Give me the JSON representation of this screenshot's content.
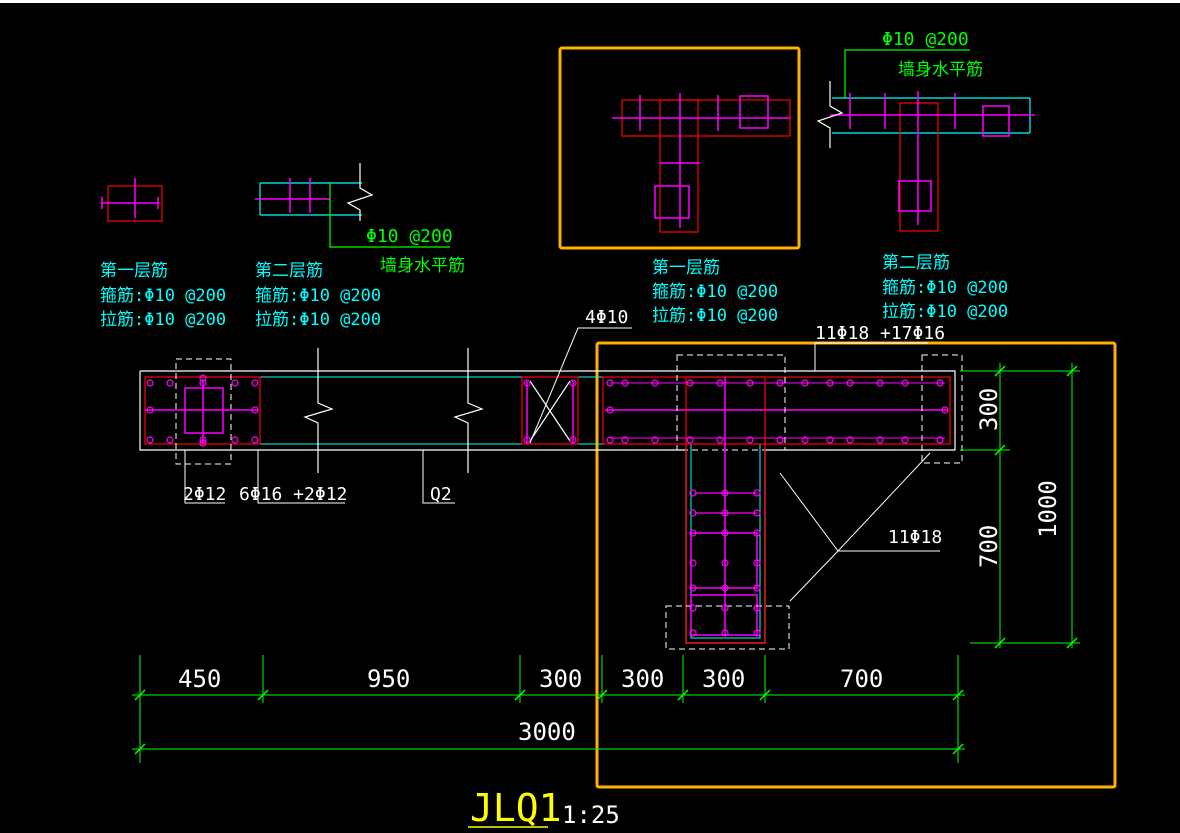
{
  "drawing": {
    "title": "JLQ1",
    "scale": "1:25"
  },
  "colors": {
    "background": "#000000",
    "wall_outline": "#ffffff",
    "cyan_line": "#00ffff",
    "rebar_magenta": "#ff00ff",
    "rebar_red": "#ff0000",
    "dimension_green": "#00ff00",
    "highlight_orange": "#ffb000",
    "title_yellow": "#ffff00"
  },
  "details": {
    "d1": {
      "line1": "第一层筋",
      "line2": "箍筋:Φ10 @200",
      "line3": "拉筋:Φ10 @200"
    },
    "d2": {
      "line1": "第二层筋",
      "line2": "箍筋:Φ10 @200",
      "line3": "拉筋:Φ10 @200",
      "callout_spec": "Φ10 @200",
      "callout_name": "墙身水平筋"
    },
    "d3": {
      "line1": "第一层筋",
      "line2": "箍筋:Φ10 @200",
      "line3": "拉筋:Φ10 @200"
    },
    "d4": {
      "line1": "第二层筋",
      "line2": "箍筋:Φ10 @200",
      "line3": "拉筋:Φ10 @200",
      "callout_spec": "Φ10 @200",
      "callout_name": "墙身水平筋"
    }
  },
  "labels": {
    "diag_bars": "4Φ10",
    "flange_bars": "11Φ18 +17Φ16",
    "web_bars": "11Φ18",
    "end_bars_a": "2Φ12",
    "end_bars_b": "6Φ16 +2Φ12",
    "wall_mark": "Q2"
  },
  "dimensions": {
    "bottom": [
      "450",
      "950",
      "300",
      "300",
      "300",
      "700"
    ],
    "total": "3000",
    "right_flange": "300",
    "right_web": "700",
    "right_total": "1000"
  }
}
